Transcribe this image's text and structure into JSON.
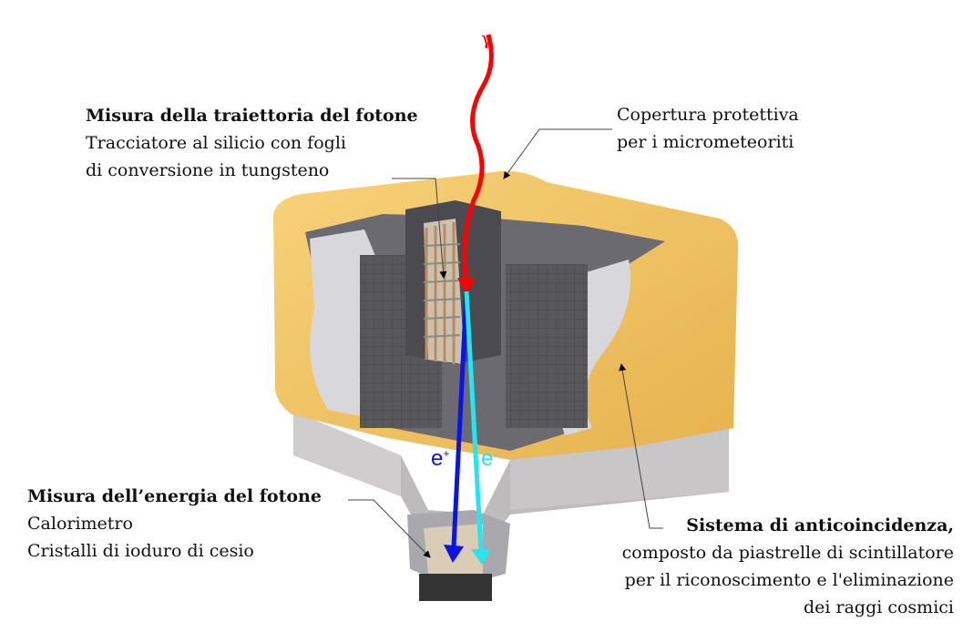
{
  "labels": {
    "gamma": "γ",
    "tracker": {
      "title": "Misura della traiettoria del fotone",
      "line1": "Tracciatore al silicio con fogli",
      "line2": "di conversione in tungsteno"
    },
    "cover": {
      "line1": "Copertura protettiva",
      "line2": "per i micrometeoriti"
    },
    "calorimeter": {
      "title": "Misura dell’energia del fotone",
      "line1": "Calorimetro",
      "line2": "Cristalli di ioduro di cesio"
    },
    "anticoincidence": {
      "title": "Sistema di anticoincidenza,",
      "line1": "composto da piastrelle di scintillatore",
      "line2": "per il riconoscimento e l'eliminazione",
      "line3": "dei raggi cosmici"
    },
    "positron": {
      "base": "e",
      "sup": "+"
    },
    "electron": {
      "base": "e",
      "sup": "-"
    }
  },
  "colors": {
    "photon": "#ff0000",
    "positron": "#0a14e6",
    "electron": "#22e6f0",
    "cover": "#f0c060"
  }
}
